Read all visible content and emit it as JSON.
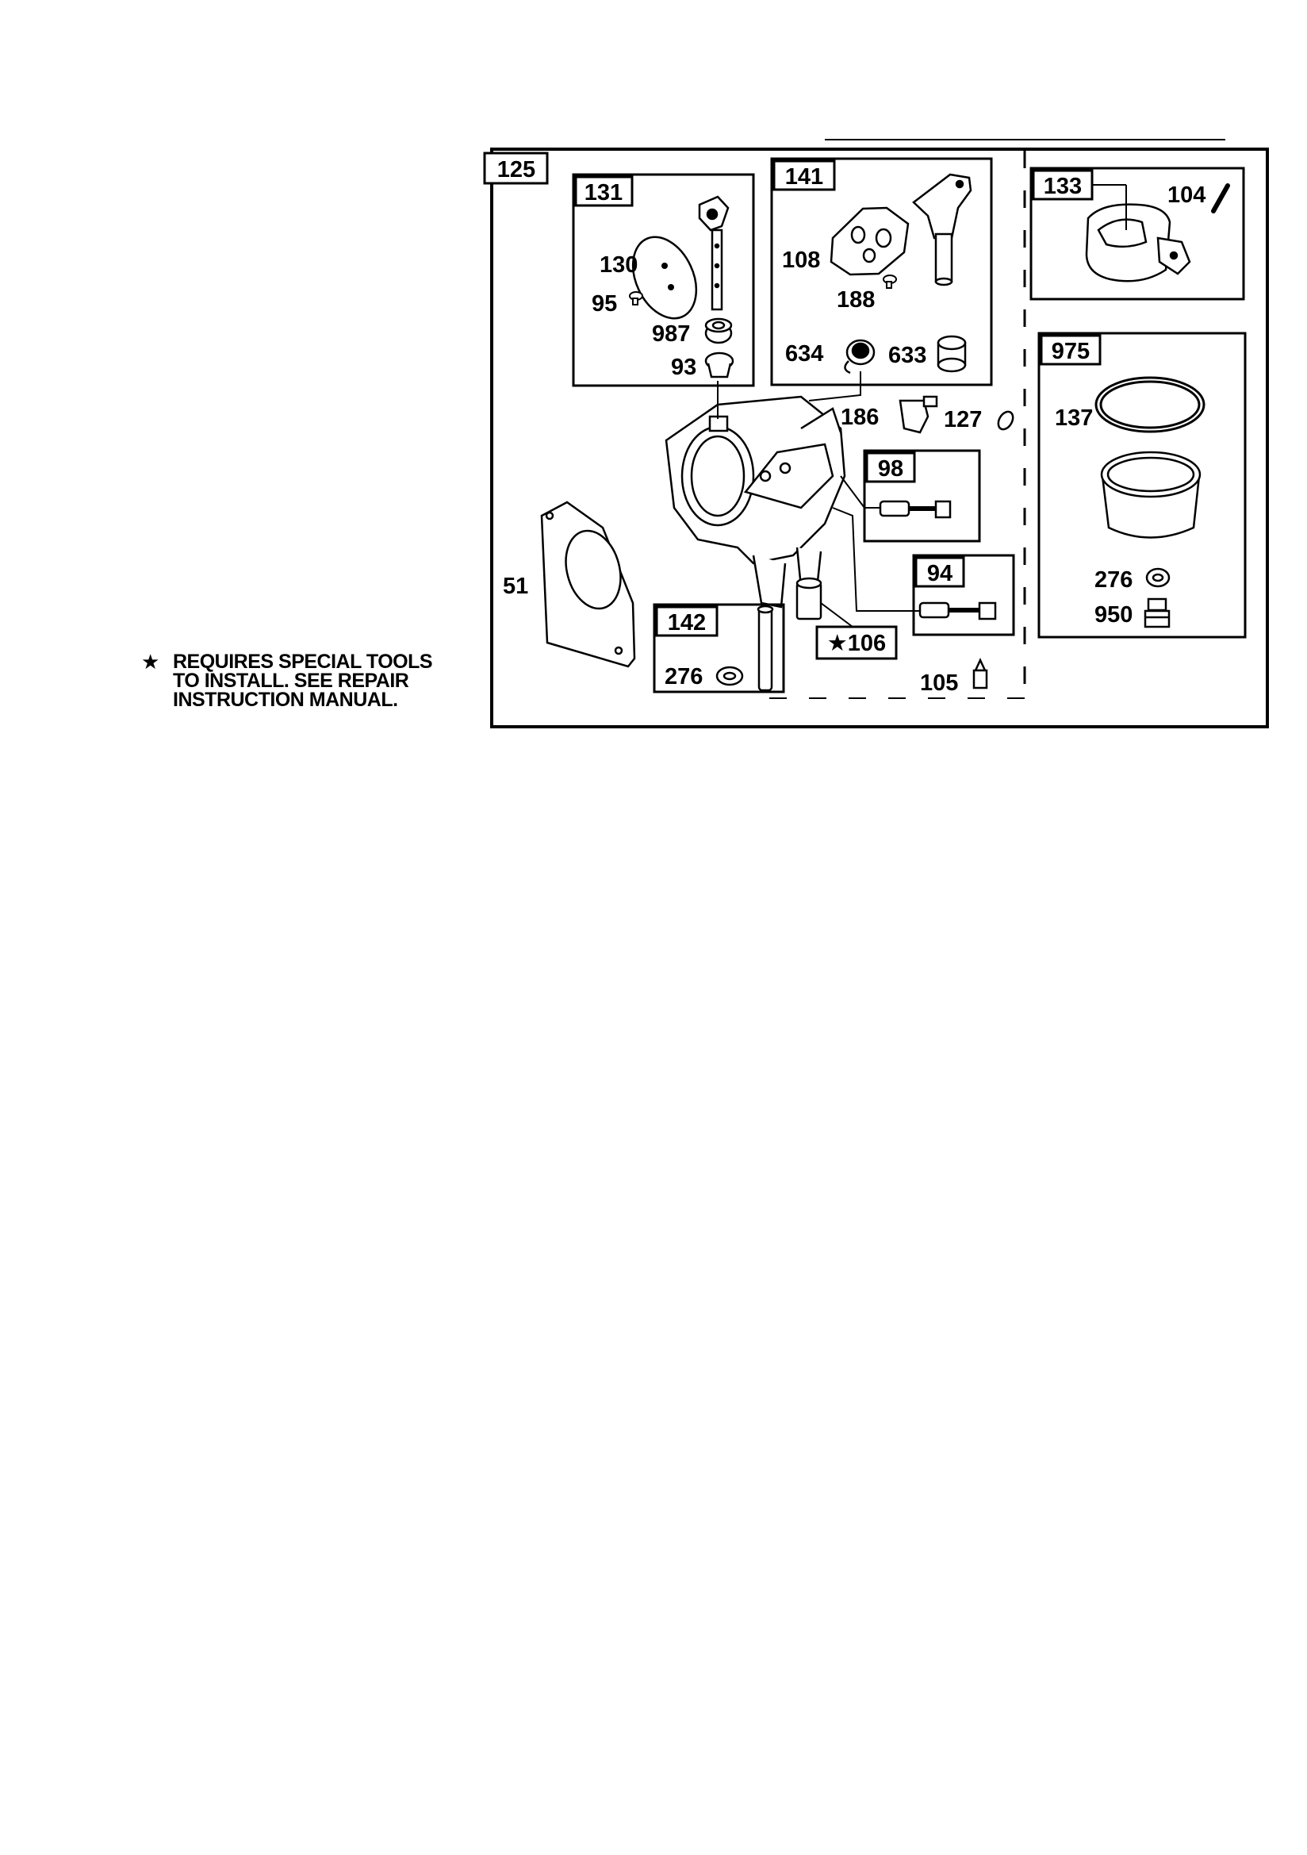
{
  "diagram": {
    "main_assembly_label": "125",
    "callouts": {
      "c131": "131",
      "c130": "130",
      "c95": "95",
      "c987": "987",
      "c93": "93",
      "c141": "141",
      "c108": "108",
      "c188": "188",
      "c634": "634",
      "c633": "633",
      "c133": "133",
      "c104": "104",
      "c975": "975",
      "c137": "137",
      "c276a": "276",
      "c950": "950",
      "c186": "186",
      "c127": "127",
      "c98": "98",
      "c94": "94",
      "c51": "51",
      "c142": "142",
      "c276b": "276",
      "c106": "★106",
      "c105": "105"
    }
  },
  "note": {
    "star": "★",
    "line1": "REQUIRES SPECIAL TOOLS",
    "line2": "TO INSTALL.  SEE REPAIR",
    "line3": "INSTRUCTION MANUAL."
  }
}
